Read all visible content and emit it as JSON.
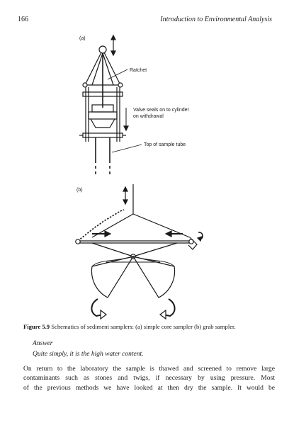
{
  "header": {
    "page_number": "166",
    "running_title": "Introduction to Environmental Analysis"
  },
  "figure": {
    "panel_a_label": "(a)",
    "panel_b_label": "(b)",
    "annotations": {
      "ratchet": "Ratchet",
      "valve_line1": "Valve seals on to cylinder",
      "valve_line2": "on withdrawal",
      "top_tube": "Top of sample tube"
    },
    "caption_label": "Figure 5.9",
    "caption_text": "Schematics of sediment samplers: (a) simple core sampler (b) grab sampler."
  },
  "answer": {
    "label": "Answer",
    "text": "Quite simply, it is the high water content."
  },
  "body": {
    "lines": [
      "On return to the laboratory the sample is thawed and screened to remove large",
      "contaminants such as stones and twigs, if necessary by using pressure. Most",
      "of the previous methods we have looked at then dry the sample. It would be"
    ]
  }
}
